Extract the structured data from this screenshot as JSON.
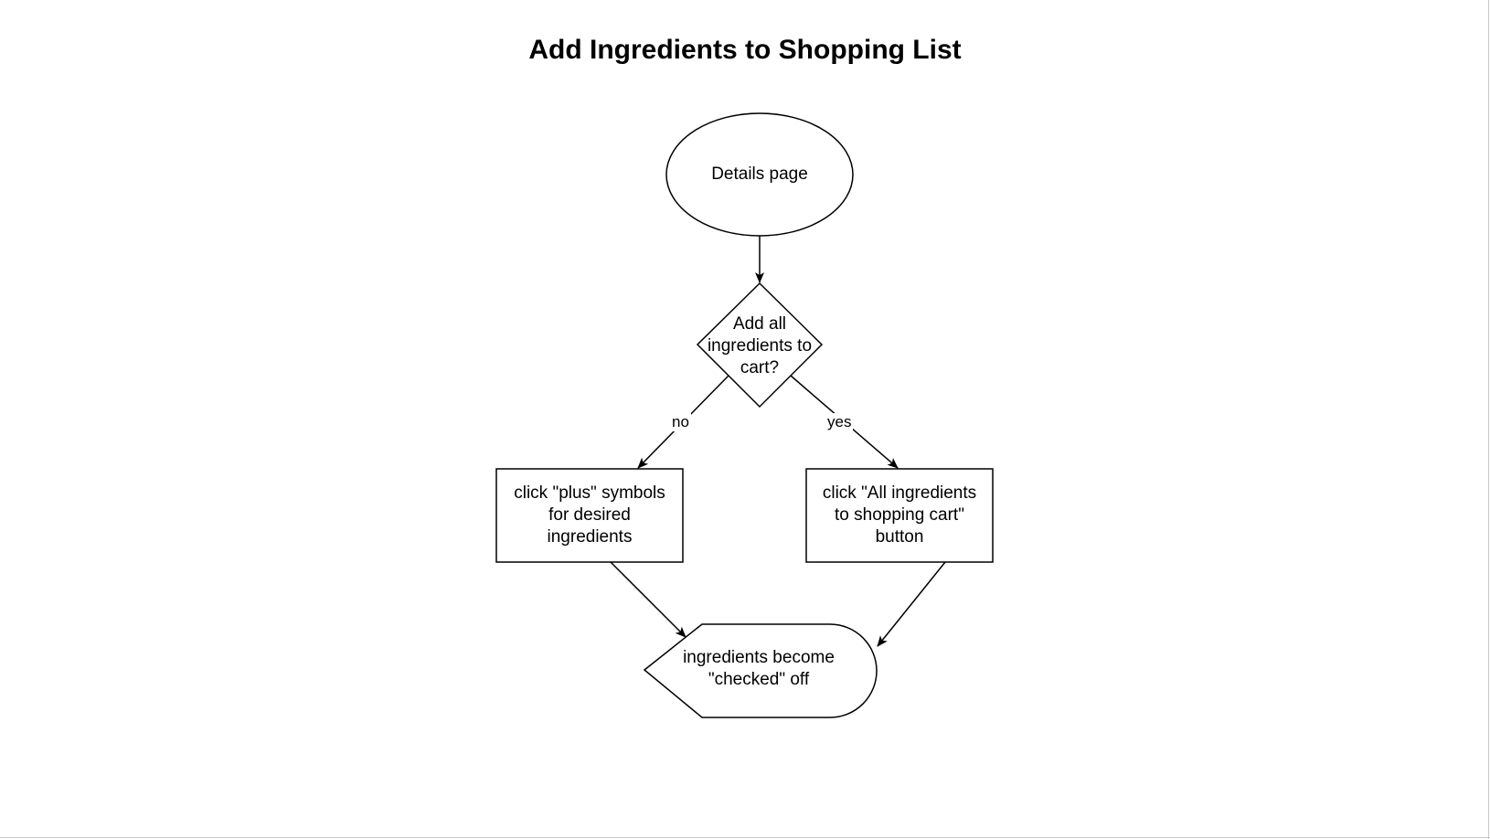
{
  "diagram": {
    "title": "Add Ingredients to Shopping List",
    "nodes": {
      "start": {
        "shape": "ellipse",
        "label": "Details page"
      },
      "decision": {
        "shape": "diamond",
        "label": "Add all\ningredients to\ncart?"
      },
      "plus": {
        "shape": "rectangle",
        "label": "click \"plus\" symbols\nfor desired\ningredients"
      },
      "all": {
        "shape": "rectangle",
        "label": "click \"All ingredients\nto shopping cart\"\nbutton"
      },
      "end": {
        "shape": "display",
        "label": "ingredients become\n\"checked\" off"
      }
    },
    "edges": {
      "no": "no",
      "yes": "yes"
    },
    "colors": {
      "stroke": "#000000",
      "fill": "#ffffff",
      "background": "#ffffff"
    }
  }
}
